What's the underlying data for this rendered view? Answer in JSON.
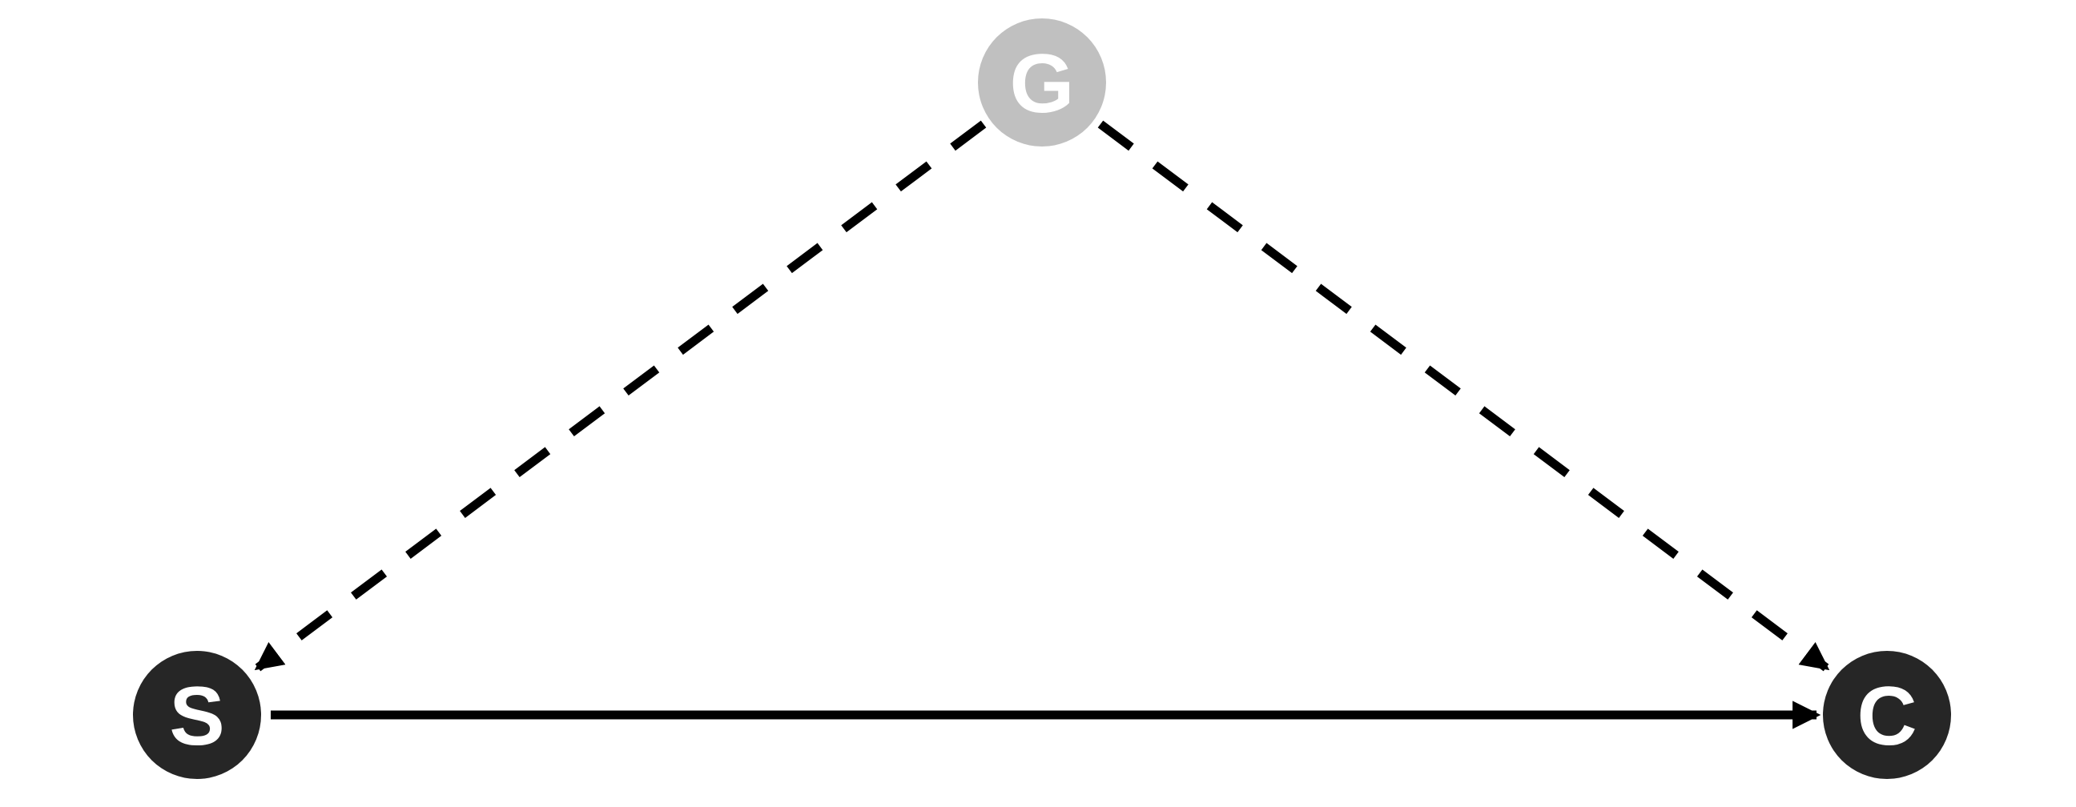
{
  "colors": {
    "background": "#ffffff",
    "edge": "#000000",
    "node_dark": "#262626",
    "node_light": "#c0c0c0",
    "label": "#ffffff"
  },
  "nodes": [
    {
      "id": "S",
      "label": "S",
      "fill": "#262626"
    },
    {
      "id": "G",
      "label": "G",
      "fill": "#c0c0c0"
    },
    {
      "id": "C",
      "label": "C",
      "fill": "#262626"
    }
  ],
  "edges": [
    {
      "from": "S",
      "to": "C",
      "style": "solid",
      "arrowhead": "end"
    },
    {
      "from": "G",
      "to": "S",
      "style": "dashed",
      "arrowhead": "end"
    },
    {
      "from": "G",
      "to": "C",
      "style": "dashed",
      "arrowhead": "end"
    }
  ]
}
